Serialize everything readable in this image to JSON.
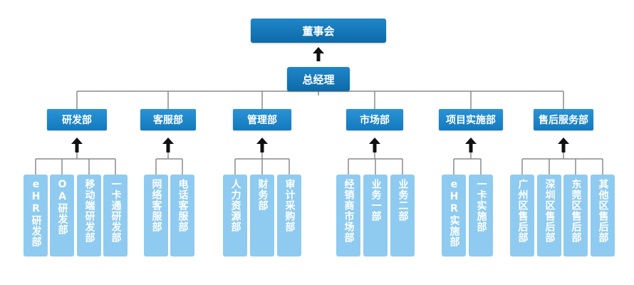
{
  "colors": {
    "top": "#0d6aa8",
    "dept": "#1479bd",
    "sub": "#8fcbf0",
    "line": "#8a8a8a",
    "arrow": "#111111"
  },
  "board": {
    "label": "董事会"
  },
  "gm": {
    "label": "总经理"
  },
  "departments": [
    {
      "label": "研发部",
      "subs": [
        "eHR研发部",
        "OA研发部",
        "移动端研发部",
        "一卡通研发部"
      ]
    },
    {
      "label": "客服部",
      "subs": [
        "网络客服部",
        "电话客服部"
      ]
    },
    {
      "label": "管理部",
      "subs": [
        "人力资源部",
        "财务部",
        "审计采购部"
      ]
    },
    {
      "label": "市场部",
      "subs": [
        "经销商市场部",
        "业务一部",
        "业务二部"
      ]
    },
    {
      "label": "项目实施部",
      "subs": [
        "eHR实施部",
        "一卡实施部"
      ]
    },
    {
      "label": "售后服务部",
      "subs": [
        "广州区售后部",
        "深圳区售后部",
        "东莞区售后部",
        "其他区售后部"
      ]
    }
  ]
}
